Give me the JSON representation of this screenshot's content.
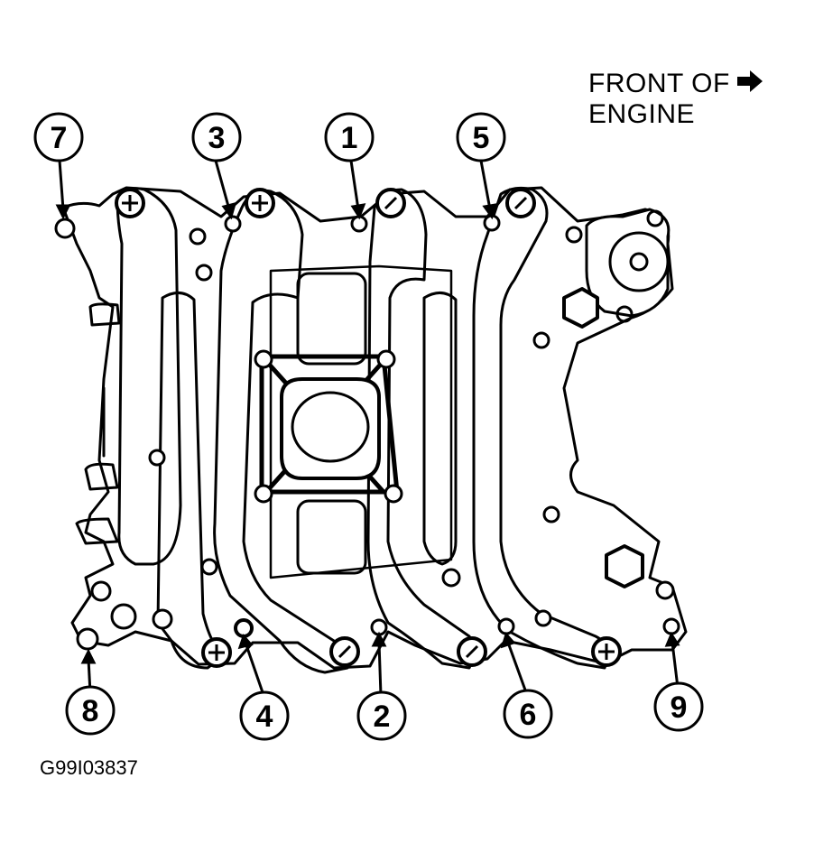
{
  "orientation": {
    "line1": "FRONT OF",
    "line2": "ENGINE",
    "arrow_icon": "right-arrow-icon"
  },
  "figure_code": "G99I03837",
  "callouts": [
    "7",
    "3",
    "1",
    "5",
    "8",
    "4",
    "2",
    "6",
    "9"
  ],
  "colors": {
    "line": "#000000",
    "background": "#ffffff"
  }
}
